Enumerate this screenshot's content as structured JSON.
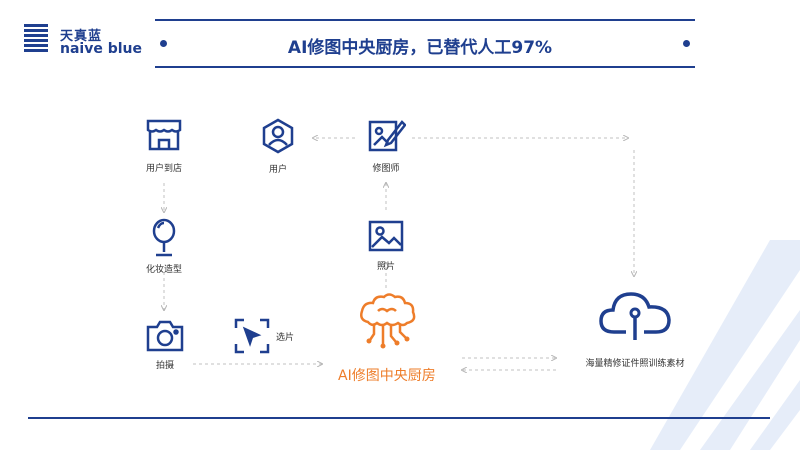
{
  "brand": {
    "cn": "天真蓝",
    "en": "naive blue"
  },
  "title": "AI修图中央厨房，已替代人工97%",
  "nodes": {
    "store": {
      "label": "用户到店",
      "icon": "storefront-icon"
    },
    "user": {
      "label": "用户",
      "icon": "user-icon"
    },
    "retoucher": {
      "label": "修图师",
      "icon": "edit-image-icon"
    },
    "makeup": {
      "label": "化妆造型",
      "icon": "mirror-icon"
    },
    "photo": {
      "label": "照片",
      "icon": "picture-icon"
    },
    "shoot": {
      "label": "拍摄",
      "icon": "camera-icon"
    },
    "select": {
      "label": "选片",
      "icon": "select-cursor-icon"
    },
    "kitchen": {
      "label": "AI修图中央厨房",
      "icon": "ai-brain-icon"
    },
    "cloud": {
      "label": "海量精修证件照训练素材",
      "icon": "cloud-icon"
    }
  },
  "colors": {
    "brand": "#1f3f8f",
    "accent": "#ee7d2a",
    "arrow": "#c0c0c0",
    "node": "#1f3f8f"
  }
}
